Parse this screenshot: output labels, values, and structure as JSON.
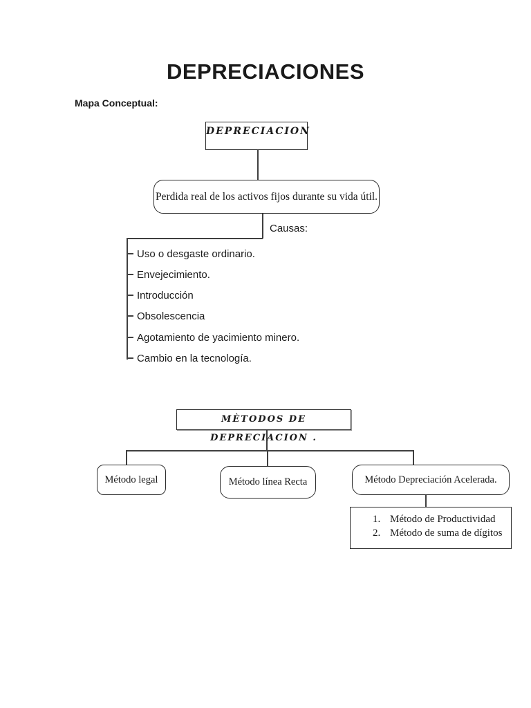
{
  "page": {
    "title": "DEPRECIACIONES",
    "subtitle": "Mapa Conceptual:"
  },
  "concept_map": {
    "root_label": "DEPRECIACION",
    "definition": "Perdida real de los activos fijos durante su vida útil.",
    "causes_label": "Causas:",
    "causes": [
      "Uso o desgaste ordinario.",
      "Envejecimiento.",
      "Introducción",
      "Obsolescencia",
      "Agotamiento de yacimiento minero.",
      "Cambio en la tecnología."
    ]
  },
  "methods_map": {
    "header": "MÈTODOS DE DEPRECIACION .",
    "methods": [
      "Método legal",
      "Método línea Recta",
      "Método Depreciación Acelerada."
    ],
    "submethods": [
      {
        "number": "1.",
        "label": "Método de Productividad"
      },
      {
        "number": "2.",
        "label": "Método de suma de dígitos"
      }
    ]
  },
  "colors": {
    "background": "#ffffff",
    "ink": "#1a1a1a",
    "line": "#3f3f3f",
    "border": "#2b2b2b"
  }
}
